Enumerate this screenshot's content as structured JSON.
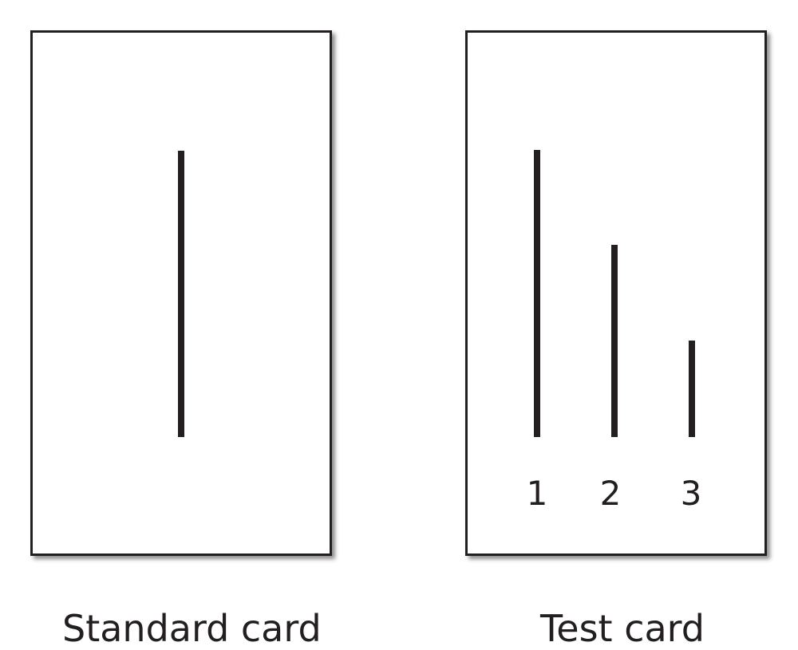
{
  "standard_card": {
    "caption": "Standard card"
  },
  "test_card": {
    "caption": "Test card",
    "line_labels": [
      "1",
      "2",
      "3"
    ]
  },
  "colors": {
    "ink": "#231f20",
    "background": "#ffffff"
  }
}
